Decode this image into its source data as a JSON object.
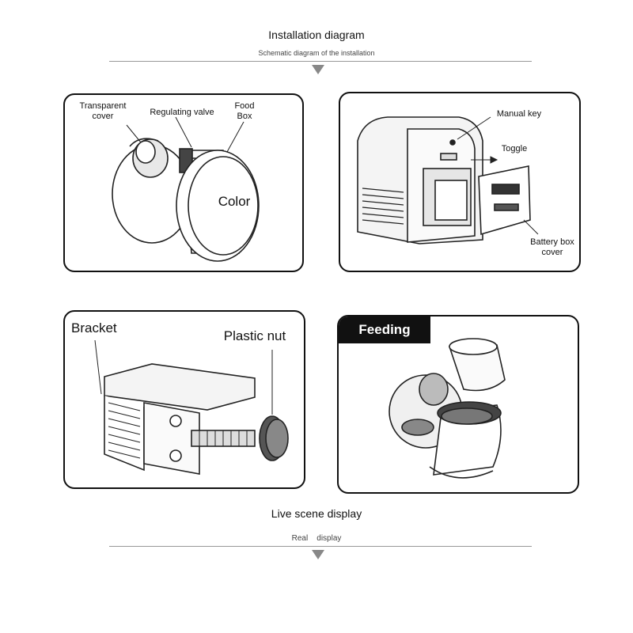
{
  "header": {
    "title": "Installation diagram",
    "subtitle": "Schematic diagram of the installation"
  },
  "panels": {
    "food_box": {
      "transparent_cover": "Transparent cover",
      "regulating_valve": "Regulating valve",
      "food_box": "Food Box",
      "color": "Color"
    },
    "battery": {
      "manual_key": "Manual key",
      "toggle": "Toggle",
      "battery_box_cover": "Battery box cover"
    },
    "bracket": {
      "bracket": "Bracket",
      "plastic_nut": "Plastic nut"
    },
    "feeding": {
      "tab": "Feeding"
    }
  },
  "footer": {
    "title": "Live scene display",
    "subtitle": "Real    display"
  }
}
